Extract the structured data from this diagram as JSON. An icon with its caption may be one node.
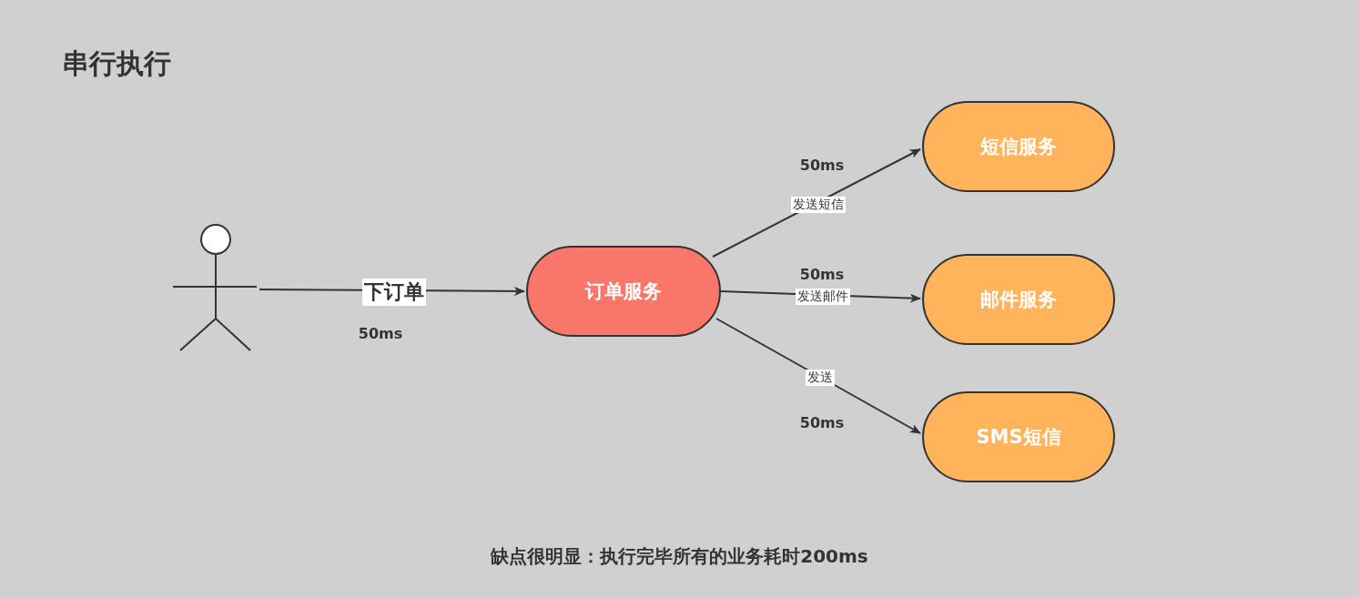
{
  "diagram": {
    "title": "串行执行",
    "caption": "缺点很明显：执行完毕所有的业务耗时200ms",
    "nodes": [
      {
        "text": [],
        "shape": "person"
      },
      {
        "text": [
          "订单服务"
        ]
      },
      {
        "text": [
          "短信服务"
        ]
      },
      {
        "text": [
          "邮件服务"
        ]
      },
      {
        "text": [
          "SMS短信"
        ]
      }
    ],
    "edges": [
      {
        "from": 0,
        "to": 1,
        "arrow": "to",
        "label": "下订单"
      },
      {
        "from": 1,
        "to": 2,
        "arrow": "to",
        "label": "发送短信"
      },
      {
        "from": 1,
        "to": 3,
        "arrow": "to",
        "label": "发送邮件"
      },
      {
        "from": 1,
        "to": 4,
        "arrow": "to",
        "label": "发送"
      }
    ],
    "labels": [
      "50ms",
      "50ms",
      "50ms",
      "50ms"
    ]
  }
}
